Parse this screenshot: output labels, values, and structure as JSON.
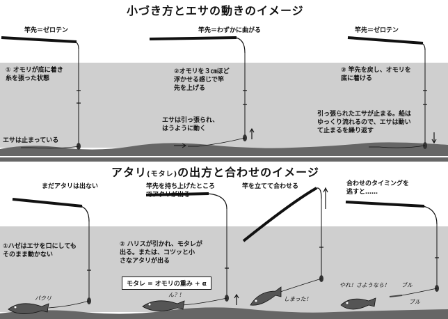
{
  "section1": {
    "title": "小づき方とエサの動きのイメージ",
    "panels": [
      {
        "rod_label": "竿先＝ゼロテン",
        "step": "① オモリが底に着き\n糸を張った状態",
        "bait_note": "エサは止まっている"
      },
      {
        "rod_label": "竿先＝わずかに曲がる",
        "step": "②オモリを３㎝ほど\n浮かせる感じで竿\n先を上げる",
        "bait_note": "エサは引っ張られ、\nはうように動く"
      },
      {
        "rod_label": "竿先＝ゼロテン",
        "step": "③ 竿先を戻し、オモリを\n底に着ける",
        "bait_note": "引っ張られたエサが止まる。船は\nゆっくり流れるので、エサは動い\nて止まるを繰り返す"
      }
    ]
  },
  "section2": {
    "title_pre": "アタリ",
    "title_small": "(モタレ)",
    "title_post": "の出方と合わせのイメージ",
    "panels": [
      {
        "caption": "まだアタリは出ない",
        "step": "①ハゼはエサを口にしても\nそのまま動かない",
        "fish_sound": "パクリ"
      },
      {
        "caption": "竿先を持ち上げたところ\nでアタリが出る",
        "step": "② ハリスが引かれ、モタレが\n出る。または、コツッと小\nさなアタリが出る",
        "fish_sound": "ん？!",
        "formula": "モタレ = オモリの重み + α"
      },
      {
        "caption": "竿を立てて合わせる",
        "fish_sound": "しまった！"
      },
      {
        "caption": "合わせのタイミングを\n逃すと……",
        "fish_sound": "やれ！さようなら！",
        "sound_a": "ブル",
        "sound_b": "ブル"
      }
    ]
  }
}
